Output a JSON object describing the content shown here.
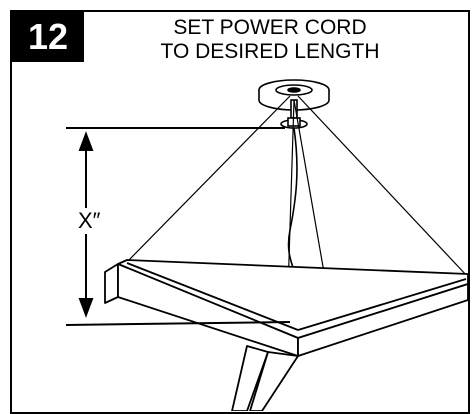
{
  "step": {
    "number": "12"
  },
  "title": {
    "line1": "SET POWER CORD",
    "line2": "TO DESIRED LENGTH"
  },
  "dimension": {
    "label": "X″"
  }
}
